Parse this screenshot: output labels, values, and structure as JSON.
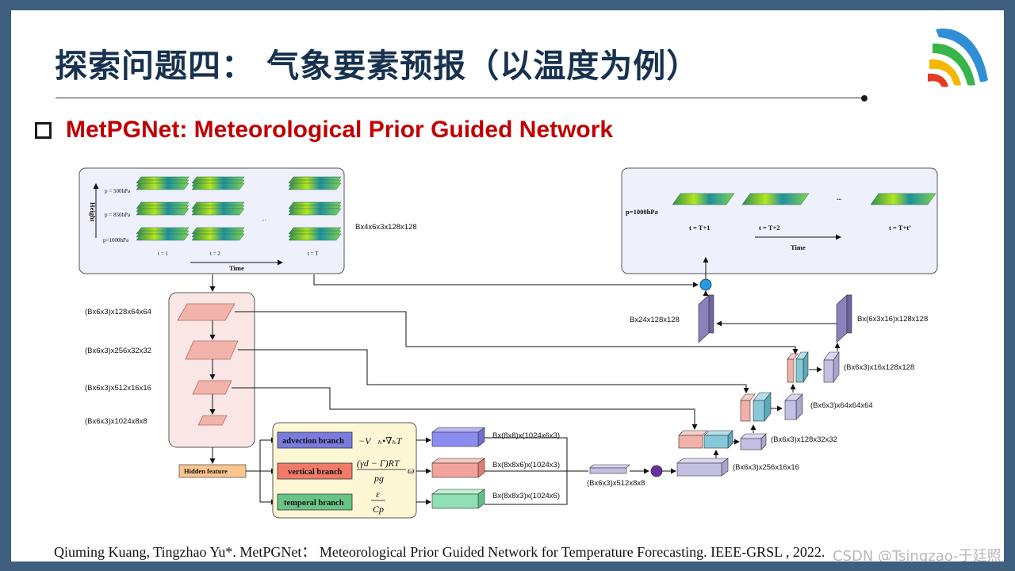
{
  "slide": {
    "title": "探索问题四：  气象要素预报（以温度为例）",
    "subtitle": "MetPGNet: Meteorological Prior Guided Network",
    "citation": "Qiuming  Kuang,  Tingzhao  Yu*.  MetPGNet：  Meteorological  Prior Guided Network for Temperature Forecasting. IEEE-GRSL , 2022.",
    "watermark": "CSDN @Tsingzao-于廷照"
  },
  "diagram": {
    "input_panel": {
      "pressure_levels": [
        "p = 500hPa",
        "p = 850hPa",
        "p=1000hPa"
      ],
      "height_label": "Height",
      "time_steps": [
        "t = 1",
        "t = 2",
        "t = T"
      ],
      "ellipsis": "...",
      "time_label": "Time",
      "shape": "Bx4x6x3x128x128"
    },
    "output_panel": {
      "pressure_level": "p=1000hPa",
      "time_steps": [
        "t = T+1",
        "t = T+2",
        "t = T+t’"
      ],
      "ellipsis": "...",
      "time_label": "Time"
    },
    "encoder_shapes": [
      "(Bx6x3)x128x64x64",
      "(Bx6x3)x256x32x32",
      "(Bx6x3)x512x16x16",
      "(Bx6x3)x1024x8x8"
    ],
    "hidden_feature": "Hidden feature",
    "branches": [
      {
        "name": "advection branch",
        "formula": "−V⃗ₕ•∇ₕT",
        "output_shape": "Bx(8x8)x(1024x6x3)",
        "color": "#6f6fd9"
      },
      {
        "name": "vertical branch",
        "formula_top": "(γd − Γ)RT",
        "formula_bottom": "pg",
        "formula_tail": "ω",
        "output_shape": "Bx(8x8x6)x(1024x3)",
        "color": "#f07b68"
      },
      {
        "name": "temporal branch",
        "formula_top": "ε",
        "formula_bottom": "Cp",
        "output_shape": "Bx(8x8x3)x(1024x6)",
        "color": "#67c486"
      }
    ],
    "merge_shape": "(Bx6x3)x512x8x8",
    "decoder_shapes": [
      "(Bx6x3)x256x16x16",
      "(Bx6x3)x128x32x32",
      "(Bx6x3)x64x64x64",
      "(Bx6x3)x16x128x128"
    ],
    "head_shapes": [
      "Bx24x128x128",
      "Bx(6x3x16)x128x128"
    ]
  },
  "colors": {
    "background": "#3e5f7d",
    "title": "#17324e",
    "subtitle": "#c00000",
    "panel_fill": "#eef0fb",
    "encoder_fill": "#fbe6e6",
    "branch_fill": "#fdf7d6",
    "hidden_feature_fill": "#fbc58e",
    "advection_block": "#8b8cf0",
    "vertical_block": "#f3a39c",
    "temporal_block": "#8fe0b2",
    "decoder_block": "#c4c0e4",
    "skip_block": "#f1b1a8",
    "attention_block": "#85c8d8",
    "head_block": "#8b82bd",
    "merge_node": "#6a2fa6",
    "add_node": "#1f9be8"
  },
  "icons": [
    "bullet-square-icon",
    "brand-logo-icon"
  ]
}
